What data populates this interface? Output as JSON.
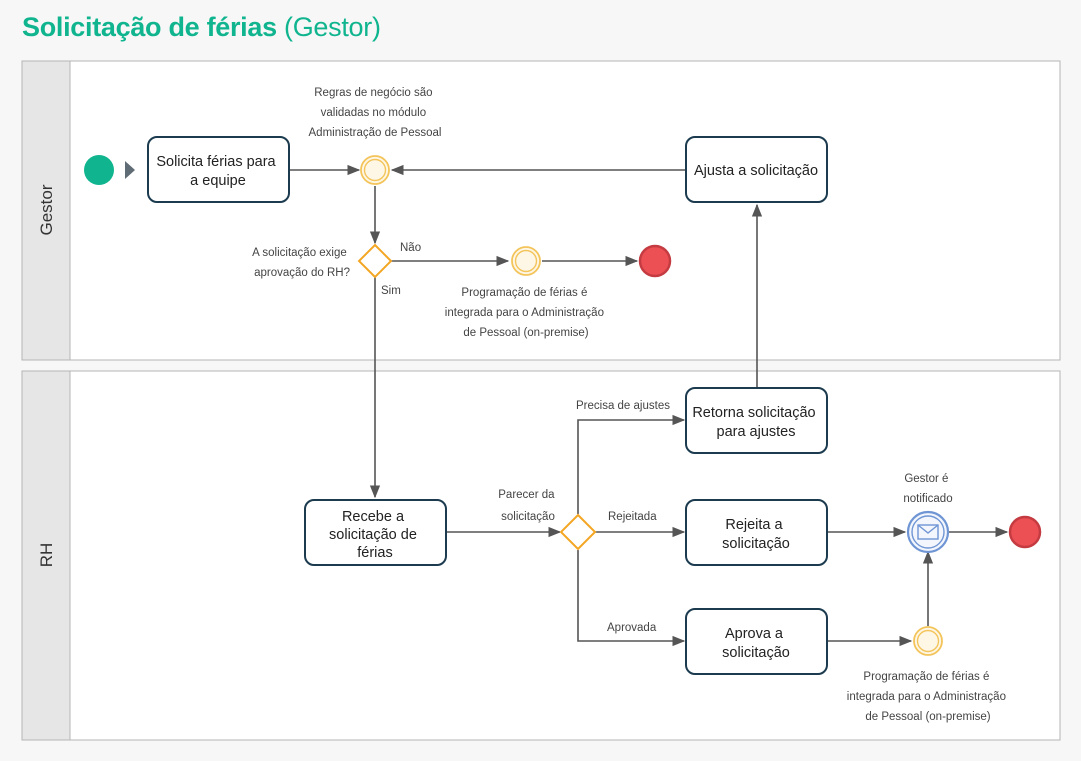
{
  "page": {
    "title_main": "Solicitação de férias",
    "title_sub": "(Gestor)"
  },
  "colors": {
    "title": "#10b58f",
    "start_event": "#10b58f",
    "end_event": "#ec4f54",
    "gateway": "#f3a623",
    "intermediate_event": "#f3c45a",
    "message_event": "#6f95d4",
    "task_border": "#1c3b4f",
    "lane_header": "#e6e6e6",
    "flow": "#555555"
  },
  "lanes": {
    "gestor": "Gestor",
    "rh": "RH"
  },
  "tasks": {
    "solicita": [
      "Solicita férias para",
      "a equipe"
    ],
    "ajusta": [
      "Ajusta a solicitação"
    ],
    "recebe": [
      "Recebe a",
      "solicitação de",
      "férias"
    ],
    "retorna": [
      "Retorna solicitação",
      "para ajustes"
    ],
    "rejeita": [
      "Rejeita a",
      "solicitação"
    ],
    "aprova": [
      "Aprova a",
      "solicitação"
    ]
  },
  "annotations": {
    "regras": [
      "Regras de negócio são",
      "validadas no módulo",
      "Administração de Pessoal"
    ],
    "exige": [
      "A solicitação exige",
      "aprovação do RH?"
    ],
    "prog_gestor": [
      "Programação de férias é",
      "integrada para o Administração",
      "de Pessoal (on-premise)"
    ],
    "parecer": [
      "Parecer da",
      "solicitação"
    ],
    "notificado": [
      "Gestor é",
      "notificado"
    ],
    "prog_rh": [
      "Programação de férias é",
      "integrada para o Administração",
      "de Pessoal (on-premise)"
    ]
  },
  "flow_labels": {
    "nao": "Não",
    "sim": "Sim",
    "precisa": "Precisa de ajustes",
    "rejeitada": "Rejeitada",
    "aprovada": "Aprovada"
  },
  "icons": {
    "start": "start-event-icon",
    "end": "end-event-icon",
    "message": "envelope-icon",
    "gateway": "exclusive-gateway-icon",
    "intermediate": "intermediate-event-icon"
  }
}
